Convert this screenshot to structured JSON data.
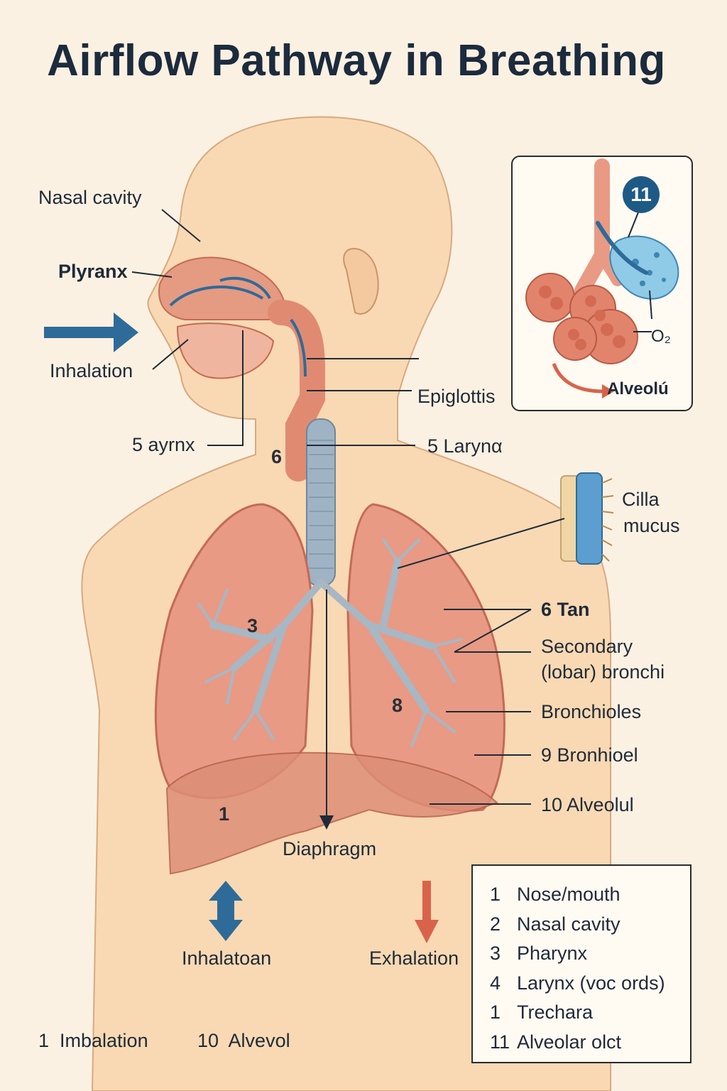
{
  "title": "Airflow Pathway in Breathing",
  "labels": {
    "nasal_cavity": "Nasal cavity",
    "pharynx": "Plyranx",
    "inhalation_left": "Inhalation",
    "pharynx_num": "5 ayrnx",
    "epiglottis": "Epiglottis",
    "larynx": "5 Larynα",
    "cilia": "Cilla",
    "mucus": "mucus",
    "trachea": "6 Tan",
    "secondary_bronchi_1": "Secondary",
    "secondary_bronchi_2": "(lobar) bronchi",
    "bronchioles": "Bronchioles",
    "bronchioel": "9 Bronhioel",
    "alveolul": "10 Alveolul",
    "diaphragm": "Diaphragm",
    "inhalation_bottom": "Inhalatoan",
    "exhalation_bottom": "Exhalation",
    "footer_left": "1  Imbalation",
    "footer_right": "10  Alvevol"
  },
  "numbers": {
    "n6": "6",
    "n3": "3",
    "n8": "8",
    "n1": "1"
  },
  "inset": {
    "badge": "11",
    "o2": "O₂",
    "alveoli": "Alveolú"
  },
  "key": [
    {
      "n": "1",
      "text": "Nose/mouth"
    },
    {
      "n": "2",
      "text": "Nasal cavity"
    },
    {
      "n": "3",
      "text": "Pharynx"
    },
    {
      "n": "4",
      "text": "Larynx (voc ords)"
    },
    {
      "n": "1",
      "text": "Trechara"
    },
    {
      "n": "11",
      "text": "Alveolar olct"
    }
  ],
  "colors": {
    "background": "#fbf1e2",
    "skin": "#f8d9b3",
    "lung": "#e89a84",
    "airway": "#9fb3c4",
    "inhale_arrow": "#2f6b99",
    "exhale_arrow": "#d9634a"
  }
}
